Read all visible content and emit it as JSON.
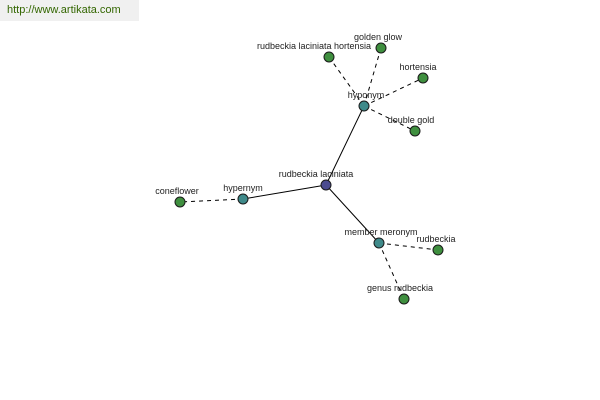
{
  "watermark": {
    "url_text": "http://www.artikata.com"
  },
  "colors": {
    "center_node": "#4b4b8f",
    "relation_node": "#3f8a8a",
    "leaf_node": "#3f8f3f",
    "solid_edge": "#000000",
    "dashed_edge": "#000000",
    "url_text": "#336600"
  },
  "graph": {
    "center": {
      "id": "center",
      "label": "rudbeckia laciniata",
      "kind": "center"
    },
    "relations": [
      {
        "id": "hyponym",
        "label": "hyponym",
        "kind": "relation",
        "leaves": [
          {
            "id": "rudbeckia-laciniata-hortensia",
            "label": "rudbeckia laciniata hortensia"
          },
          {
            "id": "golden-glow",
            "label": "golden glow"
          },
          {
            "id": "hortensia",
            "label": "hortensia"
          },
          {
            "id": "double-gold",
            "label": "double gold"
          }
        ]
      },
      {
        "id": "hypernym",
        "label": "hypernym",
        "kind": "relation",
        "leaves": [
          {
            "id": "coneflower",
            "label": "coneflower"
          }
        ]
      },
      {
        "id": "member-meronym",
        "label": "member meronym",
        "kind": "relation",
        "leaves": [
          {
            "id": "rudbeckia",
            "label": "rudbeckia"
          },
          {
            "id": "genus-rudbeckia",
            "label": "genus rudbeckia"
          }
        ]
      }
    ]
  }
}
